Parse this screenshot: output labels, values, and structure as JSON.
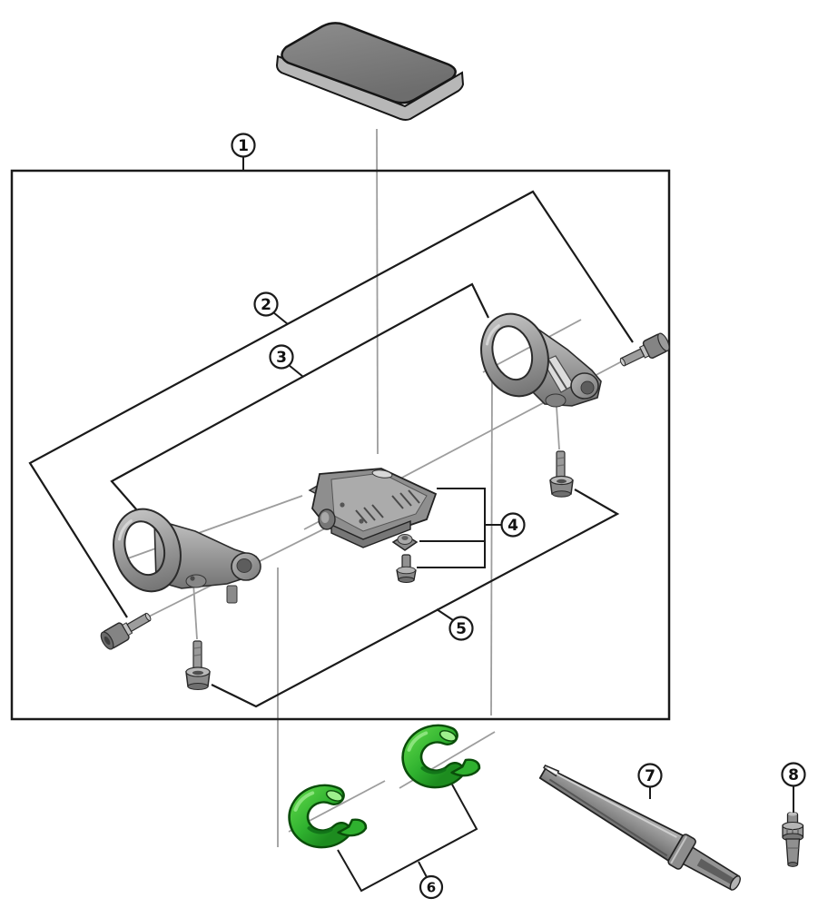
{
  "diagram": {
    "background": "#ffffff",
    "outline_color": "#1a1a1a",
    "construction_line_color": "#9d9d9d",
    "part_gray": "#9a9a9a",
    "spacer_green": "#2fb12f",
    "callouts": [
      {
        "number": "1"
      },
      {
        "number": "2"
      },
      {
        "number": "3"
      },
      {
        "number": "4"
      },
      {
        "number": "5"
      },
      {
        "number": "6"
      },
      {
        "number": "7"
      },
      {
        "number": "8"
      }
    ]
  }
}
